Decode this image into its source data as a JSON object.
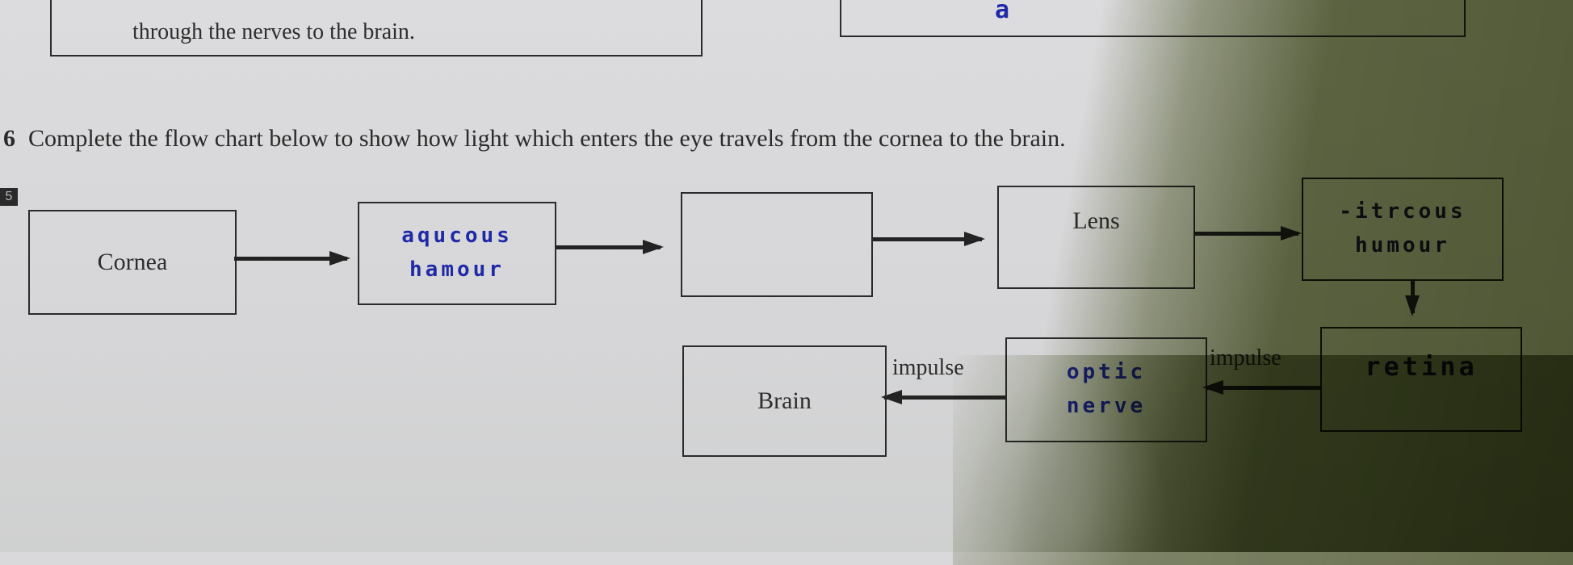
{
  "previous_question": {
    "text_line": "through the nerves to the brain.",
    "answer_handwritten": "a"
  },
  "question": {
    "number": "6",
    "prompt": "Complete the flow chart below to show how light which enters the eye travels from the cornea to the brain.",
    "marks": "5"
  },
  "flowchart": {
    "nodes": [
      {
        "id": "cornea",
        "label": "Cornea",
        "type": "printed"
      },
      {
        "id": "box2",
        "label_line1": "aqucous",
        "label_line2": "hamour",
        "type": "handwritten"
      },
      {
        "id": "box3",
        "label": "",
        "type": "blank"
      },
      {
        "id": "lens",
        "label": "Lens",
        "type": "printed"
      },
      {
        "id": "box5",
        "label_line1": "-itrcous",
        "label_line2": "humour",
        "type": "handwritten"
      },
      {
        "id": "box6",
        "label": "retina",
        "type": "handwritten"
      },
      {
        "id": "box7",
        "label_line1": "optic",
        "label_line2": "nerve",
        "type": "handwritten"
      },
      {
        "id": "brain",
        "label": "Brain",
        "type": "printed"
      }
    ],
    "edge_labels": {
      "retina_to_nerve": "impulse",
      "nerve_to_brain": "impulse"
    }
  }
}
